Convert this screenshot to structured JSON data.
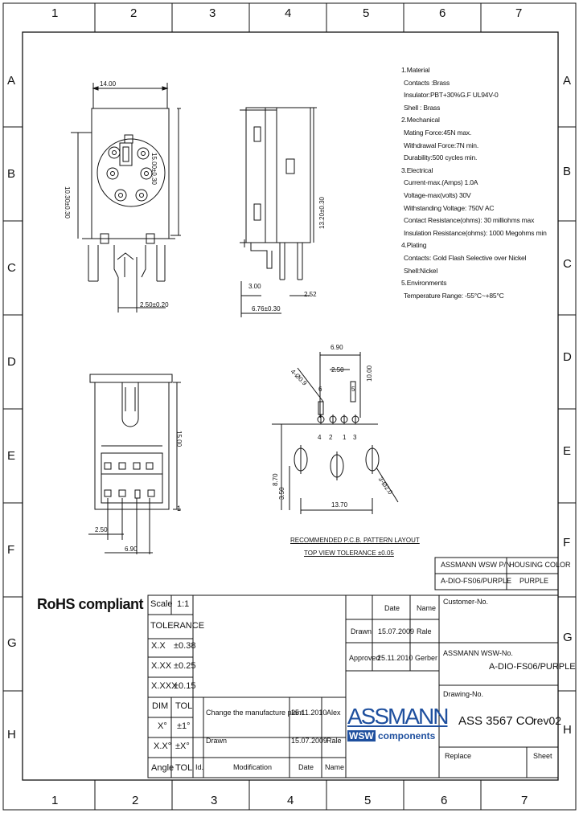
{
  "zones": {
    "columns": [
      "1",
      "2",
      "3",
      "4",
      "5",
      "6",
      "7"
    ],
    "rows": [
      "A",
      "B",
      "C",
      "D",
      "E",
      "F",
      "G",
      "H"
    ]
  },
  "notes": [
    "1.Material",
    "Contacts :Brass",
    "Insulator:PBT+30%G.F UL94V-0",
    "Shell : Brass",
    "2.Mechanical",
    "Mating Force:45N max.",
    "Withdrawal Force:7N min.",
    "Durability:500 cycles min.",
    "3.Electrical",
    "Current-max.(Amps)   1.0A",
    "Voltage-max(volts)   30V",
    "Withstanding Voltage: 750V AC",
    "Contact Resistance(ohms):  30 milliohms max",
    "Insulation Resistance(ohms):  1000 Megohms min",
    "4.Plating",
    "Contacts: Gold Flash Selective over Nickel",
    "Shell:Nickel",
    "5.Environments",
    "Temperature Range: -55°C~+85°C"
  ],
  "dims": {
    "front_width": "14.00",
    "front_height": "15.00±0.30",
    "front_center": "10.30±0.30",
    "front_pin": "2.50±0.20",
    "side_height": "13.20±0.30",
    "side_pin": "3.00",
    "side_depth": "6.76±0.30",
    "side_bottom": "2.52",
    "bottom_height": "15.00",
    "bottom_pitch": "2.50",
    "bottom_width": "6.90",
    "pcb_top": "6.90",
    "pcb_sub": "2.50",
    "pcb_side": "10.00",
    "pcb_hole1": "4-Ø0.9",
    "pcb_hole2": "3-Ø2.0",
    "pcb_vert1": "8.70",
    "pcb_vert2": "3.50",
    "pcb_bottom": "13.70",
    "pin1": "1",
    "pin2": "2",
    "pin3": "3",
    "pin4": "4",
    "pin5": "5",
    "pin6": "6",
    "bottom_pin1": "1"
  },
  "pcb_caption": {
    "line1": "RECOMMENDED P.C.B. PATTERN LAYOUT",
    "line2": "TOP VIEW TOLERANCE ±0.05"
  },
  "part_table": {
    "header_pn": "ASSMANN WSW P/N",
    "header_color": "HOUSING COLOR",
    "value_pn": "A-DIO-FS06/PURPLE",
    "value_color": "PURPLE"
  },
  "rohs": "RoHS compliant",
  "tolerance": {
    "scale_label": "Scale",
    "scale_value": "1:1",
    "title": "TOLERANCE",
    "rows": [
      {
        "k": "X.X",
        "v": "±0.38"
      },
      {
        "k": "X.XX",
        "v": "±0.25"
      },
      {
        "k": "X.XXX",
        "v": "±0.15"
      },
      {
        "k": "DIM",
        "v": "TOL"
      },
      {
        "k": "X°",
        "v": "±1°"
      },
      {
        "k": "X.X°",
        "v": "±X°"
      },
      {
        "k": "Angle",
        "v": "TOL"
      }
    ]
  },
  "approval": {
    "col_date": "Date",
    "col_name": "Name",
    "drawn_label": "Drawn",
    "drawn_date": "15.07.2009",
    "drawn_name": "Rale",
    "approved_label": "Approved",
    "approved_date": "25.11.2010",
    "approved_name": "Gerber"
  },
  "revisions": {
    "rows": [
      {
        "mod": "Change the manufacture plant",
        "date": "25.11.2010",
        "name": "Alex"
      },
      {
        "mod": "Drawn",
        "date": "15.07.2009",
        "name": "Rale"
      }
    ],
    "col_id": "Id.",
    "col_mod": "Modification",
    "col_date": "Date",
    "col_name": "Name"
  },
  "logo": {
    "name": "ASSMANN",
    "sub_prefix": "WSW",
    "sub_suffix": "components"
  },
  "title_block": {
    "customer_label": "Customer-No.",
    "assmann_label": "ASSMANN WSW-No.",
    "assmann_value": "A-DIO-FS06/PURPLE",
    "drawing_label": "Drawing-No.",
    "drawing_value": "ASS 3567 CO",
    "revision": "rev02",
    "replace_label": "Replace",
    "sheet_label": "Sheet"
  }
}
